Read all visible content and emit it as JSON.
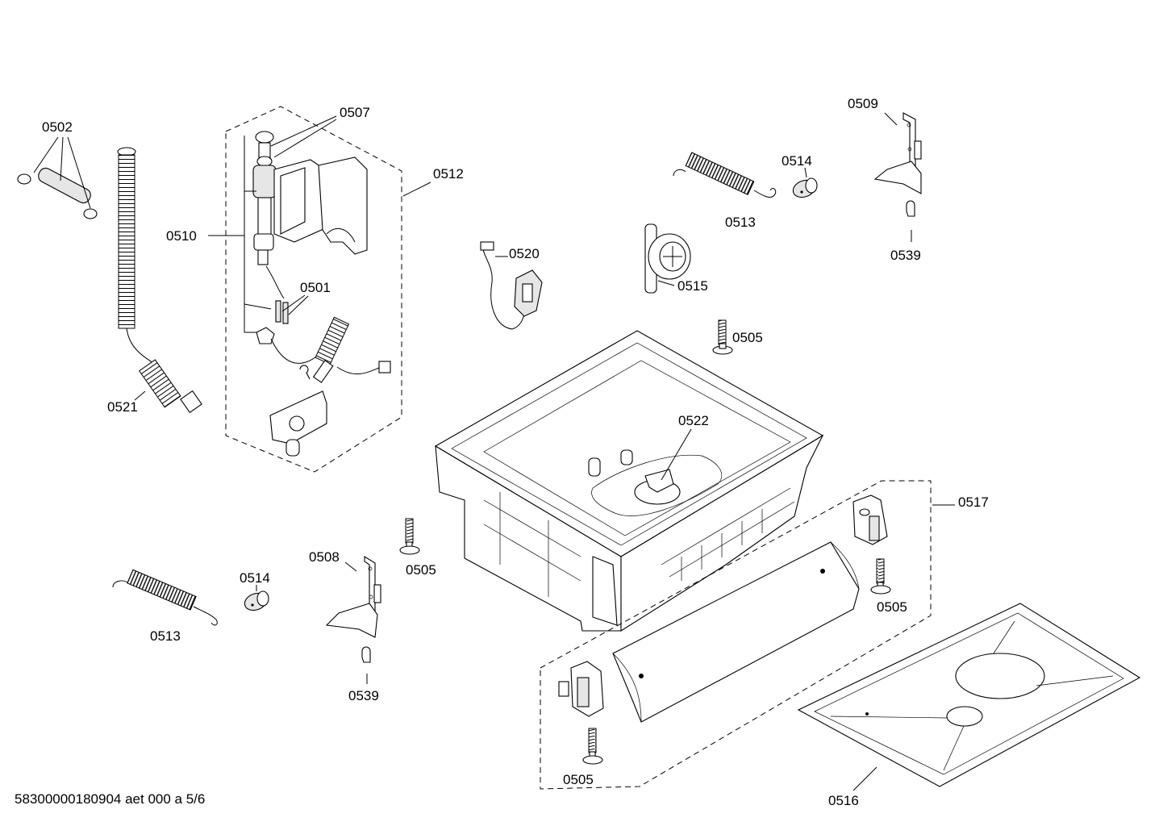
{
  "callouts": {
    "c0502": "0502",
    "c0507": "0507",
    "c0512": "0512",
    "c0510": "0510",
    "c0501": "0501",
    "c0521": "0521",
    "c0509": "0509",
    "c0514a": "0514",
    "c0513a": "0513",
    "c0539a": "0539",
    "c0520": "0520",
    "c0515": "0515",
    "c0505a": "0505",
    "c0522": "0522",
    "c0517": "0517",
    "c0505b": "0505",
    "c0508": "0508",
    "c0514b": "0514",
    "c0513b": "0513",
    "c0539b": "0539",
    "c0505c": "0505",
    "c0505d": "0505",
    "c0516": "0516"
  },
  "footer": {
    "doc_code": "58300000180904 aet 000 a 5/6"
  }
}
